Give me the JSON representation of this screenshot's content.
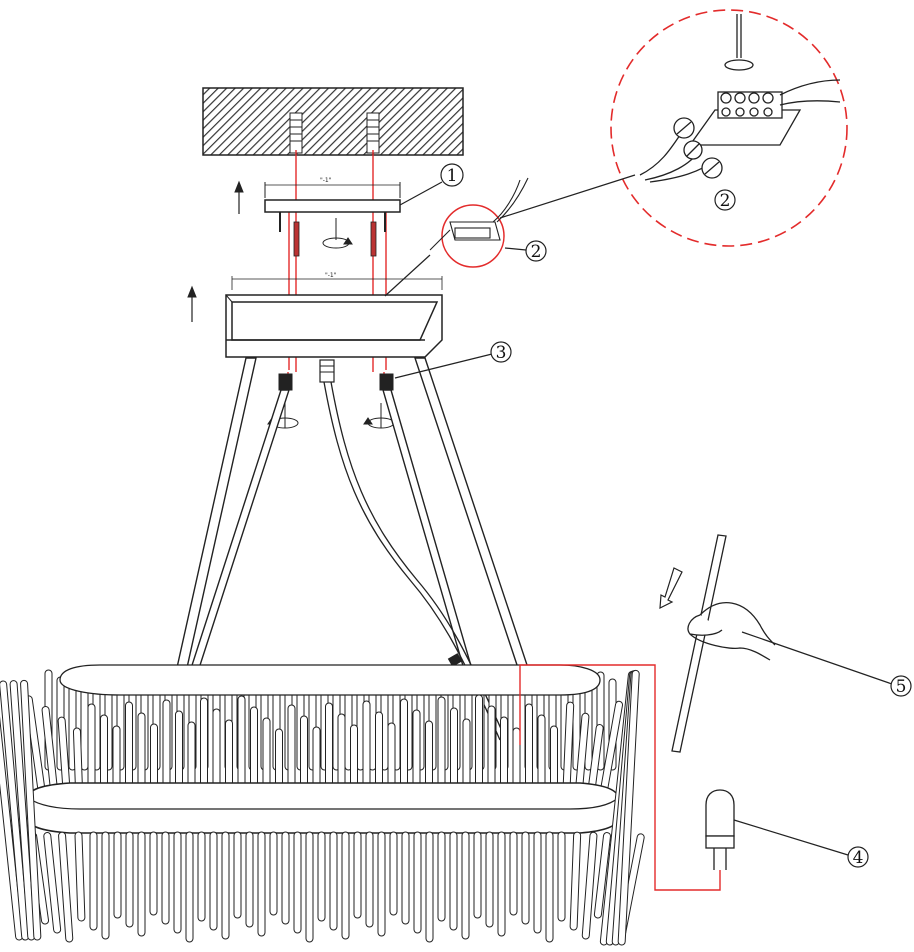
{
  "diagram": {
    "callouts": [
      {
        "id": "1",
        "label": "①"
      },
      {
        "id": "2",
        "label": "②"
      },
      {
        "id": "2b",
        "label": "②"
      },
      {
        "id": "3",
        "label": "③"
      },
      {
        "id": "4",
        "label": "④"
      },
      {
        "id": "5",
        "label": "⑤"
      }
    ],
    "dimensions": {
      "bracket": "\"-1\"",
      "canopy": "\"-1\""
    },
    "colors": {
      "line": "#1a1a1a",
      "guide": "#e32b2b",
      "hatch": "#333333",
      "rod_fill": "#ffffff"
    }
  }
}
